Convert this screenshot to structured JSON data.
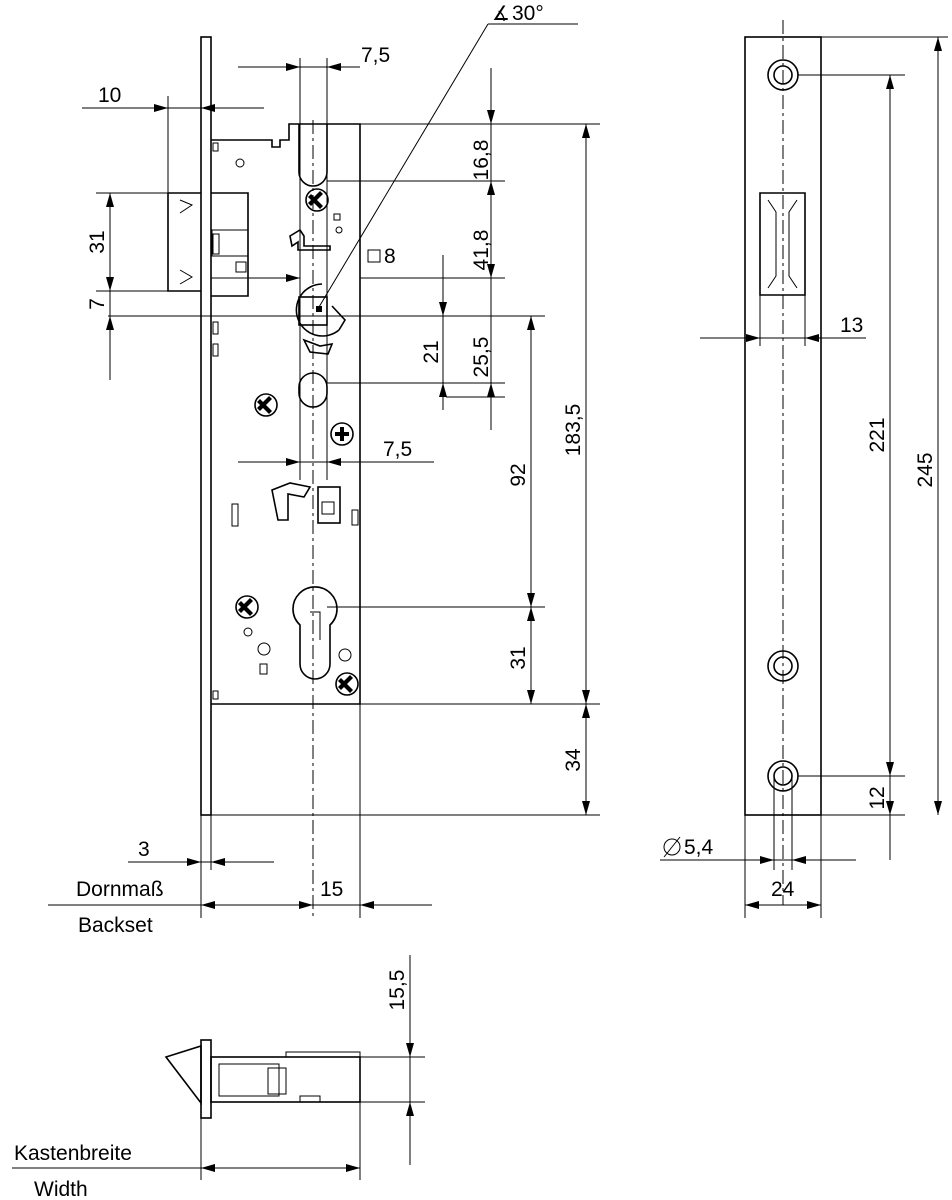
{
  "labels": {
    "angle": "30°",
    "square": "8",
    "diameter": "5,4",
    "dornmass": "Dornmaß",
    "backset": "Backset",
    "kastenbreite": "Kastenbreite",
    "width": "Width"
  },
  "dims": {
    "d7_5_top": "7,5",
    "d10": "10",
    "d16_8": "16,8",
    "d41_8": "41,8",
    "d31_left": "31",
    "d7_left": "7",
    "d21": "21",
    "d25_5": "25,5",
    "d183_5": "183,5",
    "d7_5_mid": "7,5",
    "d92": "92",
    "d31_right": "31",
    "d34": "34",
    "d3": "3",
    "d15": "15",
    "d13": "13",
    "d221": "221",
    "d245": "245",
    "d12": "12",
    "d24": "24",
    "d15_5": "15,5"
  }
}
